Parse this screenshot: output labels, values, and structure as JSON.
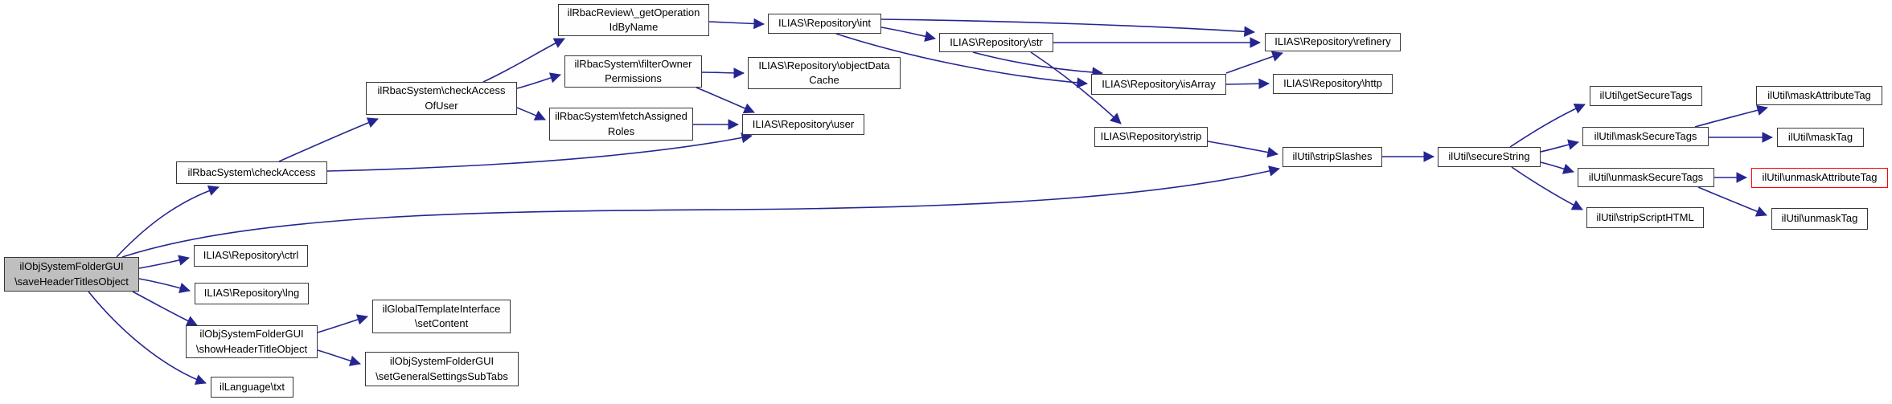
{
  "diagram": {
    "type": "call-graph",
    "background_color": "#ffffff",
    "edge_color": "#252592",
    "node_border_color": "#383838",
    "highlight_fill_color": "#bfbfbf",
    "alert_border_color": "#ff0000",
    "nodes": [
      {
        "id": "save-header-titles-object",
        "label": "ilObjSystemFolderGUI\n\\saveHeaderTitlesObject",
        "kind": "main"
      },
      {
        "id": "check-access",
        "label": "ilRbacSystem\\checkAccess",
        "kind": "normal"
      },
      {
        "id": "check-access-of-user",
        "label": "ilRbacSystem\\checkAccess\nOfUser",
        "kind": "normal"
      },
      {
        "id": "get-operation-id-by-name",
        "label": "ilRbacReview\\_getOperation\nIdByName",
        "kind": "normal"
      },
      {
        "id": "filter-owner-permissions",
        "label": "ilRbacSystem\\filterOwner\nPermissions",
        "kind": "normal"
      },
      {
        "id": "fetch-assigned-roles",
        "label": "ilRbacSystem\\fetchAssigned\nRoles",
        "kind": "normal"
      },
      {
        "id": "repository-int",
        "label": "ILIAS\\Repository\\int",
        "kind": "normal"
      },
      {
        "id": "object-data-cache",
        "label": "ILIAS\\Repository\\objectData\nCache",
        "kind": "normal"
      },
      {
        "id": "repository-str",
        "label": "ILIAS\\Repository\\str",
        "kind": "normal"
      },
      {
        "id": "repository-user",
        "label": "ILIAS\\Repository\\user",
        "kind": "normal"
      },
      {
        "id": "repository-refinery",
        "label": "ILIAS\\Repository\\refinery",
        "kind": "normal"
      },
      {
        "id": "repository-is-array",
        "label": "ILIAS\\Repository\\isArray",
        "kind": "normal"
      },
      {
        "id": "repository-http",
        "label": "ILIAS\\Repository\\http",
        "kind": "normal"
      },
      {
        "id": "repository-strip",
        "label": "ILIAS\\Repository\\strip",
        "kind": "normal"
      },
      {
        "id": "strip-slashes",
        "label": "ilUtil\\stripSlashes",
        "kind": "normal"
      },
      {
        "id": "secure-string",
        "label": "ilUtil\\secureString",
        "kind": "normal"
      },
      {
        "id": "get-secure-tags",
        "label": "ilUtil\\getSecureTags",
        "kind": "normal"
      },
      {
        "id": "mask-attribute-tag",
        "label": "ilUtil\\maskAttributeTag",
        "kind": "normal"
      },
      {
        "id": "mask-secure-tags",
        "label": "ilUtil\\maskSecureTags",
        "kind": "normal"
      },
      {
        "id": "mask-tag",
        "label": "ilUtil\\maskTag",
        "kind": "normal"
      },
      {
        "id": "unmask-secure-tags",
        "label": "ilUtil\\unmaskSecureTags",
        "kind": "normal"
      },
      {
        "id": "unmask-attribute-tag",
        "label": "ilUtil\\unmaskAttributeTag",
        "kind": "alert"
      },
      {
        "id": "strip-script-html",
        "label": "ilUtil\\stripScriptHTML",
        "kind": "normal"
      },
      {
        "id": "unmask-tag",
        "label": "ilUtil\\unmaskTag",
        "kind": "normal"
      },
      {
        "id": "repository-ctrl",
        "label": "ILIAS\\Repository\\ctrl",
        "kind": "normal"
      },
      {
        "id": "repository-lng",
        "label": "ILIAS\\Repository\\lng",
        "kind": "normal"
      },
      {
        "id": "show-header-title-object",
        "label": "ilObjSystemFolderGUI\n\\showHeaderTitleObject",
        "kind": "normal"
      },
      {
        "id": "set-content",
        "label": "ilGlobalTemplateInterface\n\\setContent",
        "kind": "normal"
      },
      {
        "id": "set-general-settings-sub-tabs",
        "label": "ilObjSystemFolderGUI\n\\setGeneralSettingsSubTabs",
        "kind": "normal"
      },
      {
        "id": "language-txt",
        "label": "ilLanguage\\txt",
        "kind": "normal"
      }
    ],
    "edges": [
      {
        "from": "save-header-titles-object",
        "to": "check-access"
      },
      {
        "from": "save-header-titles-object",
        "to": "strip-slashes"
      },
      {
        "from": "save-header-titles-object",
        "to": "repository-ctrl"
      },
      {
        "from": "save-header-titles-object",
        "to": "repository-lng"
      },
      {
        "from": "save-header-titles-object",
        "to": "show-header-title-object"
      },
      {
        "from": "save-header-titles-object",
        "to": "language-txt"
      },
      {
        "from": "check-access",
        "to": "check-access-of-user"
      },
      {
        "from": "check-access",
        "to": "repository-user"
      },
      {
        "from": "check-access-of-user",
        "to": "get-operation-id-by-name"
      },
      {
        "from": "check-access-of-user",
        "to": "filter-owner-permissions"
      },
      {
        "from": "check-access-of-user",
        "to": "fetch-assigned-roles"
      },
      {
        "from": "get-operation-id-by-name",
        "to": "repository-int"
      },
      {
        "from": "filter-owner-permissions",
        "to": "object-data-cache"
      },
      {
        "from": "filter-owner-permissions",
        "to": "repository-user"
      },
      {
        "from": "fetch-assigned-roles",
        "to": "repository-user"
      },
      {
        "from": "repository-int",
        "to": "repository-refinery"
      },
      {
        "from": "repository-int",
        "to": "repository-str"
      },
      {
        "from": "repository-int",
        "to": "repository-is-array"
      },
      {
        "from": "repository-str",
        "to": "repository-refinery"
      },
      {
        "from": "repository-str",
        "to": "repository-is-array"
      },
      {
        "from": "repository-str",
        "to": "repository-strip"
      },
      {
        "from": "repository-is-array",
        "to": "repository-refinery"
      },
      {
        "from": "repository-is-array",
        "to": "repository-http"
      },
      {
        "from": "repository-strip",
        "to": "strip-slashes"
      },
      {
        "from": "strip-slashes",
        "to": "secure-string"
      },
      {
        "from": "secure-string",
        "to": "get-secure-tags"
      },
      {
        "from": "secure-string",
        "to": "mask-secure-tags"
      },
      {
        "from": "secure-string",
        "to": "unmask-secure-tags"
      },
      {
        "from": "secure-string",
        "to": "strip-script-html"
      },
      {
        "from": "mask-secure-tags",
        "to": "mask-attribute-tag"
      },
      {
        "from": "mask-secure-tags",
        "to": "mask-tag"
      },
      {
        "from": "unmask-secure-tags",
        "to": "unmask-attribute-tag"
      },
      {
        "from": "unmask-secure-tags",
        "to": "unmask-tag"
      },
      {
        "from": "show-header-title-object",
        "to": "set-content"
      },
      {
        "from": "show-header-title-object",
        "to": "set-general-settings-sub-tabs"
      }
    ]
  }
}
